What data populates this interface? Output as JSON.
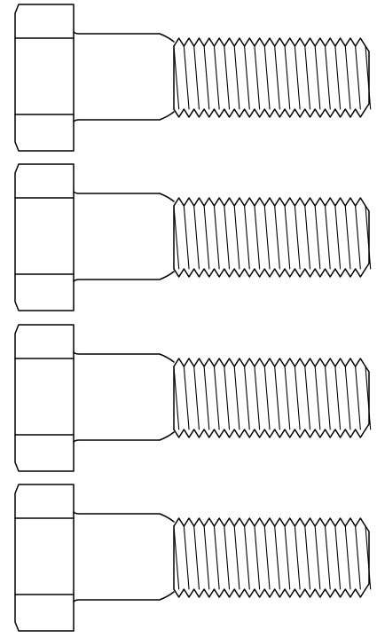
{
  "drawing": {
    "subject": "hex-head-bolt",
    "view": "side-elevation",
    "line_color": "#000000",
    "background_color": "#ffffff",
    "bolt_count": 4,
    "thread_crest_count": 19,
    "bolts": [
      {
        "id": "bolt-1"
      },
      {
        "id": "bolt-2"
      },
      {
        "id": "bolt-3"
      },
      {
        "id": "bolt-4"
      }
    ]
  }
}
